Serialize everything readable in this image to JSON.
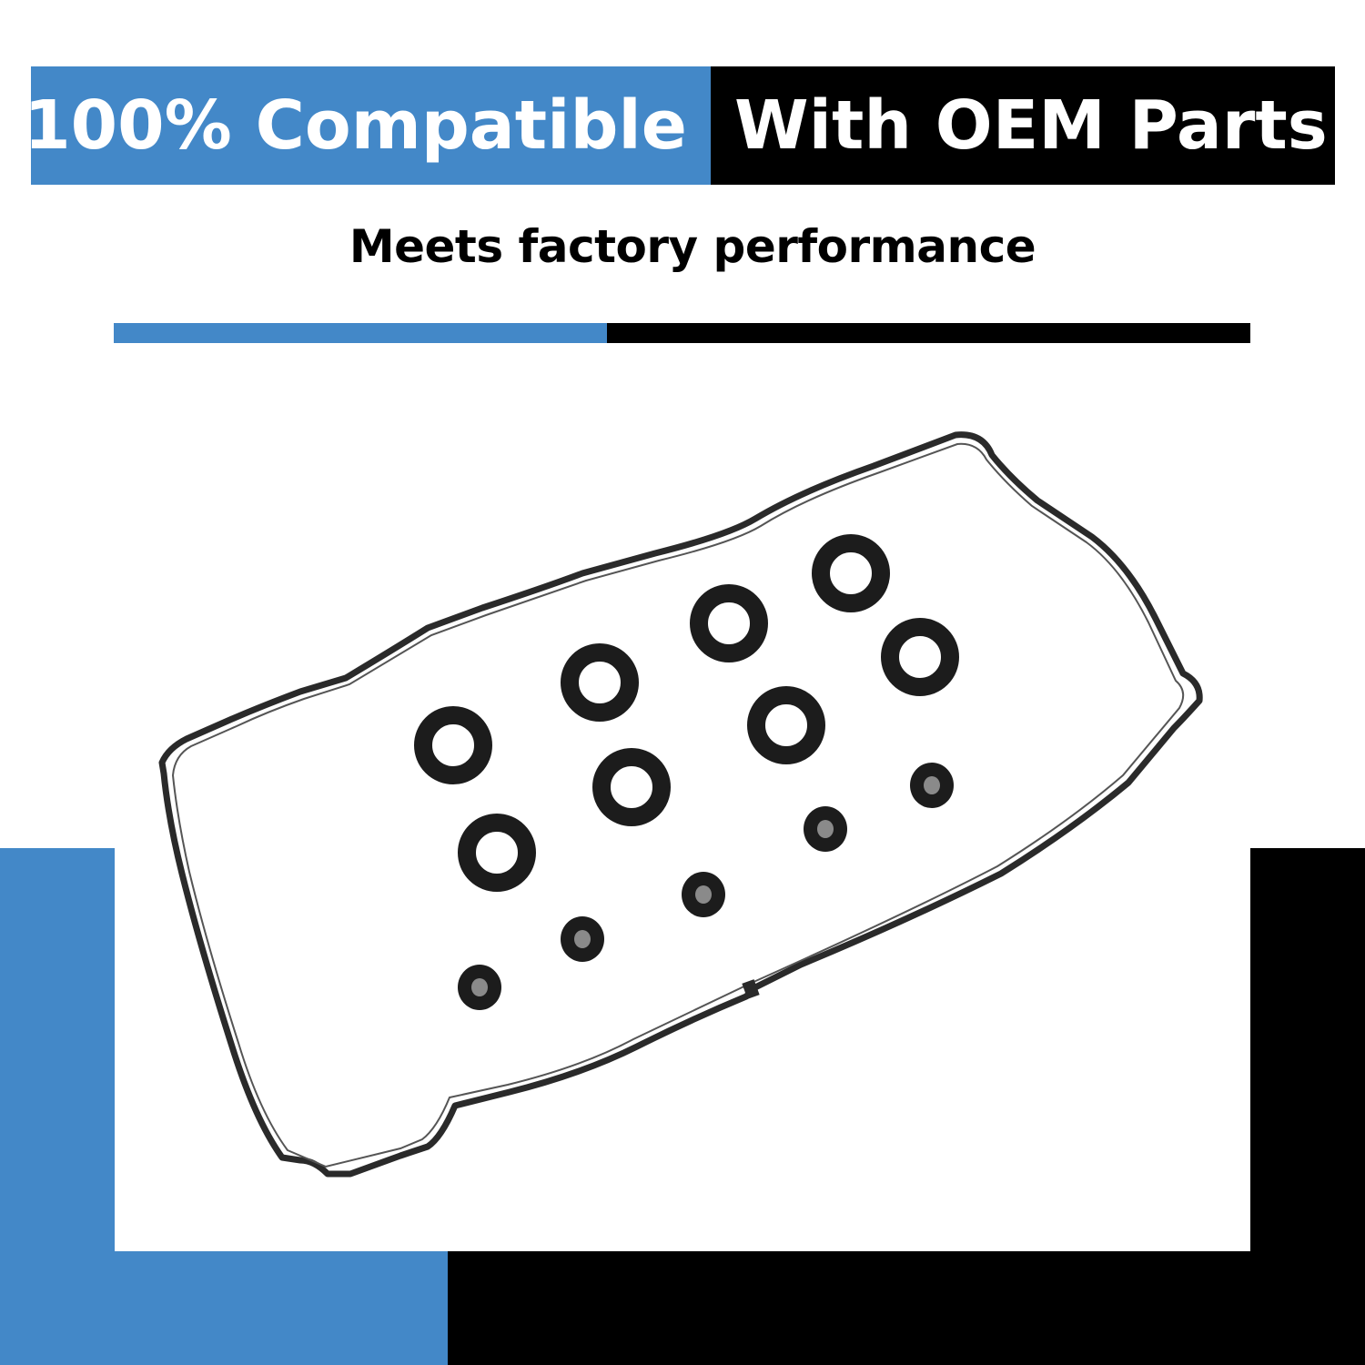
{
  "banner": {
    "left_text": "100% Compatible",
    "right_text": "With OEM Parts"
  },
  "subtitle": "Meets factory performance",
  "colors": {
    "accent_blue": "#4388c8",
    "black": "#000000",
    "background": "#ffffff",
    "gasket": "#2a2a2a"
  },
  "product": {
    "description": "valve cover gasket set",
    "large_seal_count": 8,
    "small_grommet_count": 5
  }
}
